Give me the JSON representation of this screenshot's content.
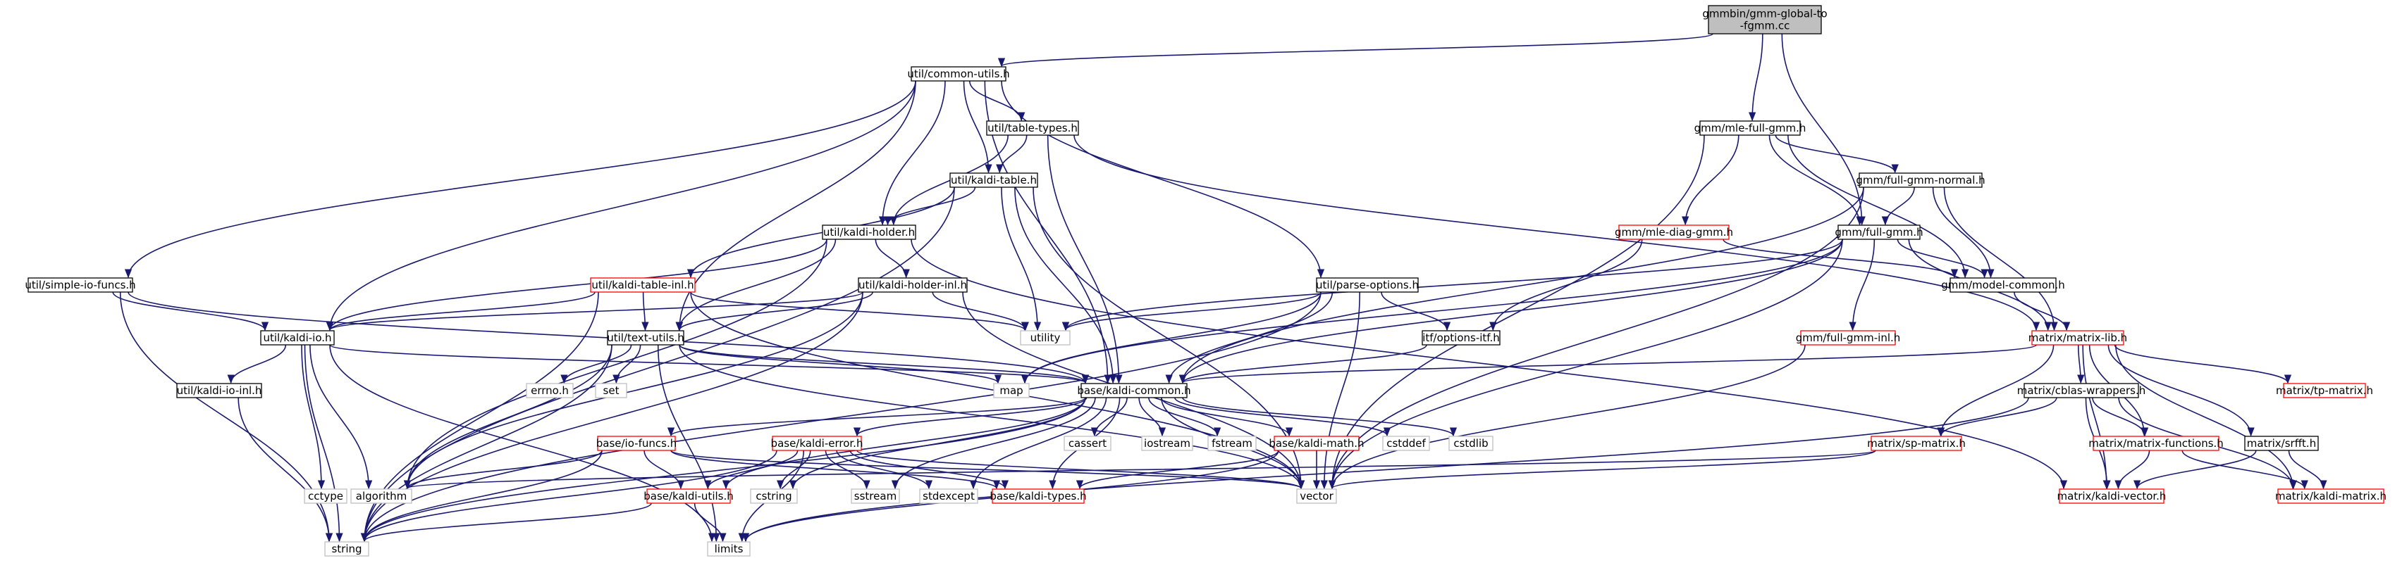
{
  "graph": {
    "nodes": [
      {
        "id": "root",
        "lines": [
          "gmmbin/gmm-global-to",
          "-fgmm.cc"
        ],
        "kind": "root"
      },
      {
        "id": "common_utils",
        "lines": [
          "util/common-utils.h"
        ],
        "kind": "normal"
      },
      {
        "id": "mle_full_gmm",
        "lines": [
          "gmm/mle-full-gmm.h"
        ],
        "kind": "normal"
      },
      {
        "id": "table_types",
        "lines": [
          "util/table-types.h"
        ],
        "kind": "normal"
      },
      {
        "id": "kaldi_table",
        "lines": [
          "util/kaldi-table.h"
        ],
        "kind": "normal"
      },
      {
        "id": "full_gmm_normal",
        "lines": [
          "gmm/full-gmm-normal.h"
        ],
        "kind": "normal"
      },
      {
        "id": "kaldi_holder",
        "lines": [
          "util/kaldi-holder.h"
        ],
        "kind": "normal"
      },
      {
        "id": "mle_diag_gmm",
        "lines": [
          "gmm/mle-diag-gmm.h"
        ],
        "kind": "red"
      },
      {
        "id": "full_gmm",
        "lines": [
          "gmm/full-gmm.h"
        ],
        "kind": "normal"
      },
      {
        "id": "simple_io",
        "lines": [
          "util/simple-io-funcs.h"
        ],
        "kind": "normal"
      },
      {
        "id": "table_inl",
        "lines": [
          "util/kaldi-table-inl.h"
        ],
        "kind": "red"
      },
      {
        "id": "holder_inl",
        "lines": [
          "util/kaldi-holder-inl.h"
        ],
        "kind": "normal"
      },
      {
        "id": "parse_options",
        "lines": [
          "util/parse-options.h"
        ],
        "kind": "normal"
      },
      {
        "id": "model_common",
        "lines": [
          "gmm/model-common.h"
        ],
        "kind": "normal"
      },
      {
        "id": "utility",
        "lines": [
          "utility"
        ],
        "kind": "grey"
      },
      {
        "id": "options_itf",
        "lines": [
          "itf/options-itf.h"
        ],
        "kind": "normal"
      },
      {
        "id": "kaldi_io",
        "lines": [
          "util/kaldi-io.h"
        ],
        "kind": "normal"
      },
      {
        "id": "text_utils",
        "lines": [
          "util/text-utils.h"
        ],
        "kind": "normal"
      },
      {
        "id": "full_gmm_inl",
        "lines": [
          "gmm/full-gmm-inl.h"
        ],
        "kind": "red"
      },
      {
        "id": "matrix_lib",
        "lines": [
          "matrix/matrix-lib.h"
        ],
        "kind": "red"
      },
      {
        "id": "kaldi_io_inl",
        "lines": [
          "util/kaldi-io-inl.h"
        ],
        "kind": "normal"
      },
      {
        "id": "errno",
        "lines": [
          "errno.h"
        ],
        "kind": "grey"
      },
      {
        "id": "set",
        "lines": [
          "set"
        ],
        "kind": "grey"
      },
      {
        "id": "map",
        "lines": [
          "map"
        ],
        "kind": "grey"
      },
      {
        "id": "kaldi_common",
        "lines": [
          "base/kaldi-common.h"
        ],
        "kind": "normal"
      },
      {
        "id": "cblas_wrappers",
        "lines": [
          "matrix/cblas-wrappers.h"
        ],
        "kind": "normal"
      },
      {
        "id": "tp_matrix",
        "lines": [
          "matrix/tp-matrix.h"
        ],
        "kind": "red"
      },
      {
        "id": "io_funcs",
        "lines": [
          "base/io-funcs.h"
        ],
        "kind": "red"
      },
      {
        "id": "kaldi_error",
        "lines": [
          "base/kaldi-error.h"
        ],
        "kind": "red"
      },
      {
        "id": "cassert",
        "lines": [
          "cassert"
        ],
        "kind": "grey"
      },
      {
        "id": "iostream",
        "lines": [
          "iostream"
        ],
        "kind": "grey"
      },
      {
        "id": "fstream",
        "lines": [
          "fstream"
        ],
        "kind": "grey"
      },
      {
        "id": "kaldi_math",
        "lines": [
          "base/kaldi-math.h"
        ],
        "kind": "red"
      },
      {
        "id": "cstddef",
        "lines": [
          "cstddef"
        ],
        "kind": "grey"
      },
      {
        "id": "cstdlib",
        "lines": [
          "cstdlib"
        ],
        "kind": "grey"
      },
      {
        "id": "sp_matrix",
        "lines": [
          "matrix/sp-matrix.h"
        ],
        "kind": "red"
      },
      {
        "id": "matrix_functions",
        "lines": [
          "matrix/matrix-functions.h"
        ],
        "kind": "red"
      },
      {
        "id": "srfft",
        "lines": [
          "matrix/srfft.h"
        ],
        "kind": "normal"
      },
      {
        "id": "cctype",
        "lines": [
          "cctype"
        ],
        "kind": "grey"
      },
      {
        "id": "algorithm",
        "lines": [
          "algorithm"
        ],
        "kind": "grey"
      },
      {
        "id": "cstring",
        "lines": [
          "cstring"
        ],
        "kind": "grey"
      },
      {
        "id": "sstream",
        "lines": [
          "sstream"
        ],
        "kind": "grey"
      },
      {
        "id": "stdexcept",
        "lines": [
          "stdexcept"
        ],
        "kind": "grey"
      },
      {
        "id": "kaldi_types",
        "lines": [
          "base/kaldi-types.h"
        ],
        "kind": "red"
      },
      {
        "id": "vector",
        "lines": [
          "vector"
        ],
        "kind": "grey"
      },
      {
        "id": "kaldi_utils",
        "lines": [
          "base/kaldi-utils.h"
        ],
        "kind": "red"
      },
      {
        "id": "kaldi_vector",
        "lines": [
          "matrix/kaldi-vector.h"
        ],
        "kind": "red"
      },
      {
        "id": "kaldi_matrix",
        "lines": [
          "matrix/kaldi-matrix.h"
        ],
        "kind": "red"
      },
      {
        "id": "string",
        "lines": [
          "string"
        ],
        "kind": "grey"
      },
      {
        "id": "limits",
        "lines": [
          "limits"
        ],
        "kind": "grey"
      }
    ],
    "edges": [
      [
        "root",
        "common_utils"
      ],
      [
        "root",
        "mle_full_gmm"
      ],
      [
        "root",
        "full_gmm"
      ],
      [
        "common_utils",
        "table_types"
      ],
      [
        "common_utils",
        "kaldi_table"
      ],
      [
        "common_utils",
        "kaldi_holder"
      ],
      [
        "common_utils",
        "simple_io"
      ],
      [
        "common_utils",
        "kaldi_io"
      ],
      [
        "common_utils",
        "text_utils"
      ],
      [
        "common_utils",
        "parse_options"
      ],
      [
        "common_utils",
        "kaldi_common"
      ],
      [
        "mle_full_gmm",
        "full_gmm_normal"
      ],
      [
        "mle_full_gmm",
        "mle_diag_gmm"
      ],
      [
        "mle_full_gmm",
        "full_gmm"
      ],
      [
        "mle_full_gmm",
        "model_common"
      ],
      [
        "mle_full_gmm",
        "vector"
      ],
      [
        "table_types",
        "kaldi_table"
      ],
      [
        "table_types",
        "kaldi_holder"
      ],
      [
        "table_types",
        "kaldi_common"
      ],
      [
        "table_types",
        "matrix_lib"
      ],
      [
        "kaldi_table",
        "kaldi_holder"
      ],
      [
        "kaldi_table",
        "table_inl"
      ],
      [
        "kaldi_table",
        "utility"
      ],
      [
        "kaldi_table",
        "kaldi_common"
      ],
      [
        "kaldi_table",
        "string"
      ],
      [
        "kaldi_table",
        "vector"
      ],
      [
        "full_gmm_normal",
        "full_gmm"
      ],
      [
        "full_gmm_normal",
        "model_common"
      ],
      [
        "full_gmm_normal",
        "kaldi_common"
      ],
      [
        "full_gmm_normal",
        "matrix_lib"
      ],
      [
        "full_gmm_normal",
        "vector"
      ],
      [
        "kaldi_holder",
        "holder_inl"
      ],
      [
        "kaldi_holder",
        "kaldi_io"
      ],
      [
        "kaldi_holder",
        "text_utils"
      ],
      [
        "kaldi_holder",
        "algorithm"
      ],
      [
        "kaldi_holder",
        "kaldi_vector"
      ],
      [
        "mle_diag_gmm",
        "options_itf"
      ],
      [
        "mle_diag_gmm",
        "model_common"
      ],
      [
        "full_gmm",
        "model_common"
      ],
      [
        "full_gmm",
        "full_gmm_inl"
      ],
      [
        "full_gmm",
        "matrix_lib"
      ],
      [
        "full_gmm",
        "kaldi_common"
      ],
      [
        "full_gmm",
        "utility"
      ],
      [
        "full_gmm",
        "vector"
      ],
      [
        "full_gmm",
        "map"
      ],
      [
        "simple_io",
        "kaldi_io"
      ],
      [
        "simple_io",
        "string"
      ],
      [
        "simple_io",
        "kaldi_common"
      ],
      [
        "table_inl",
        "kaldi_io"
      ],
      [
        "table_inl",
        "text_utils"
      ],
      [
        "table_inl",
        "utility"
      ],
      [
        "table_inl",
        "string"
      ],
      [
        "table_inl",
        "vector"
      ],
      [
        "holder_inl",
        "kaldi_io"
      ],
      [
        "holder_inl",
        "text_utils"
      ],
      [
        "holder_inl",
        "utility"
      ],
      [
        "holder_inl",
        "algorithm"
      ],
      [
        "holder_inl",
        "string"
      ],
      [
        "holder_inl",
        "vector"
      ],
      [
        "parse_options",
        "options_itf"
      ],
      [
        "parse_options",
        "kaldi_common"
      ],
      [
        "parse_options",
        "map"
      ],
      [
        "parse_options",
        "vector"
      ],
      [
        "parse_options",
        "string"
      ],
      [
        "parse_options",
        "utility"
      ],
      [
        "model_common",
        "matrix_lib"
      ],
      [
        "options_itf",
        "kaldi_common"
      ],
      [
        "kaldi_io",
        "kaldi_io_inl"
      ],
      [
        "kaldi_io",
        "kaldi_common"
      ],
      [
        "kaldi_io",
        "cctype"
      ],
      [
        "kaldi_io",
        "string"
      ],
      [
        "kaldi_io",
        "limits"
      ],
      [
        "kaldi_io",
        "algorithm"
      ],
      [
        "text_utils",
        "errno"
      ],
      [
        "text_utils",
        "set"
      ],
      [
        "text_utils",
        "map"
      ],
      [
        "text_utils",
        "kaldi_common"
      ],
      [
        "text_utils",
        "algorithm"
      ],
      [
        "text_utils",
        "string"
      ],
      [
        "text_utils",
        "vector"
      ],
      [
        "text_utils",
        "limits"
      ],
      [
        "full_gmm_inl",
        "vector"
      ],
      [
        "matrix_lib",
        "kaldi_common"
      ],
      [
        "matrix_lib",
        "cblas_wrappers"
      ],
      [
        "matrix_lib",
        "tp_matrix"
      ],
      [
        "matrix_lib",
        "sp_matrix"
      ],
      [
        "matrix_lib",
        "matrix_functions"
      ],
      [
        "matrix_lib",
        "srfft"
      ],
      [
        "matrix_lib",
        "kaldi_vector"
      ],
      [
        "matrix_lib",
        "kaldi_matrix"
      ],
      [
        "kaldi_io_inl",
        "string"
      ],
      [
        "kaldi_common",
        "io_funcs"
      ],
      [
        "kaldi_common",
        "kaldi_error"
      ],
      [
        "kaldi_common",
        "cassert"
      ],
      [
        "kaldi_common",
        "iostream"
      ],
      [
        "kaldi_common",
        "fstream"
      ],
      [
        "kaldi_common",
        "kaldi_math"
      ],
      [
        "kaldi_common",
        "cstddef"
      ],
      [
        "kaldi_common",
        "cstdlib"
      ],
      [
        "kaldi_common",
        "kaldi_utils"
      ],
      [
        "kaldi_common",
        "kaldi_types"
      ],
      [
        "kaldi_common",
        "stdexcept"
      ],
      [
        "kaldi_common",
        "sstream"
      ],
      [
        "kaldi_common",
        "cstring"
      ],
      [
        "kaldi_common",
        "string"
      ],
      [
        "kaldi_common",
        "vector"
      ],
      [
        "cblas_wrappers",
        "sp_matrix"
      ],
      [
        "cblas_wrappers",
        "matrix_functions"
      ],
      [
        "cblas_wrappers",
        "kaldi_vector"
      ],
      [
        "cblas_wrappers",
        "kaldi_matrix"
      ],
      [
        "cblas_wrappers",
        "limits"
      ],
      [
        "io_funcs",
        "kaldi_utils"
      ],
      [
        "io_funcs",
        "kaldi_types"
      ],
      [
        "io_funcs",
        "string"
      ],
      [
        "io_funcs",
        "vector"
      ],
      [
        "io_funcs",
        "algorithm"
      ],
      [
        "kaldi_error",
        "kaldi_utils"
      ],
      [
        "kaldi_error",
        "kaldi_types"
      ],
      [
        "kaldi_error",
        "cstring"
      ],
      [
        "kaldi_error",
        "sstream"
      ],
      [
        "kaldi_error",
        "stdexcept"
      ],
      [
        "kaldi_error",
        "string"
      ],
      [
        "kaldi_error",
        "vector"
      ],
      [
        "kaldi_error",
        "limits"
      ],
      [
        "kaldi_math",
        "kaldi_types"
      ],
      [
        "kaldi_math",
        "vector"
      ],
      [
        "kaldi_math",
        "limits"
      ],
      [
        "sp_matrix",
        "vector"
      ],
      [
        "sp_matrix",
        "algorithm"
      ],
      [
        "matrix_functions",
        "kaldi_vector"
      ],
      [
        "matrix_functions",
        "kaldi_matrix"
      ],
      [
        "srfft",
        "kaldi_vector"
      ],
      [
        "srfft",
        "kaldi_matrix"
      ],
      [
        "kaldi_utils",
        "string"
      ],
      [
        "kaldi_utils",
        "limits"
      ]
    ]
  }
}
